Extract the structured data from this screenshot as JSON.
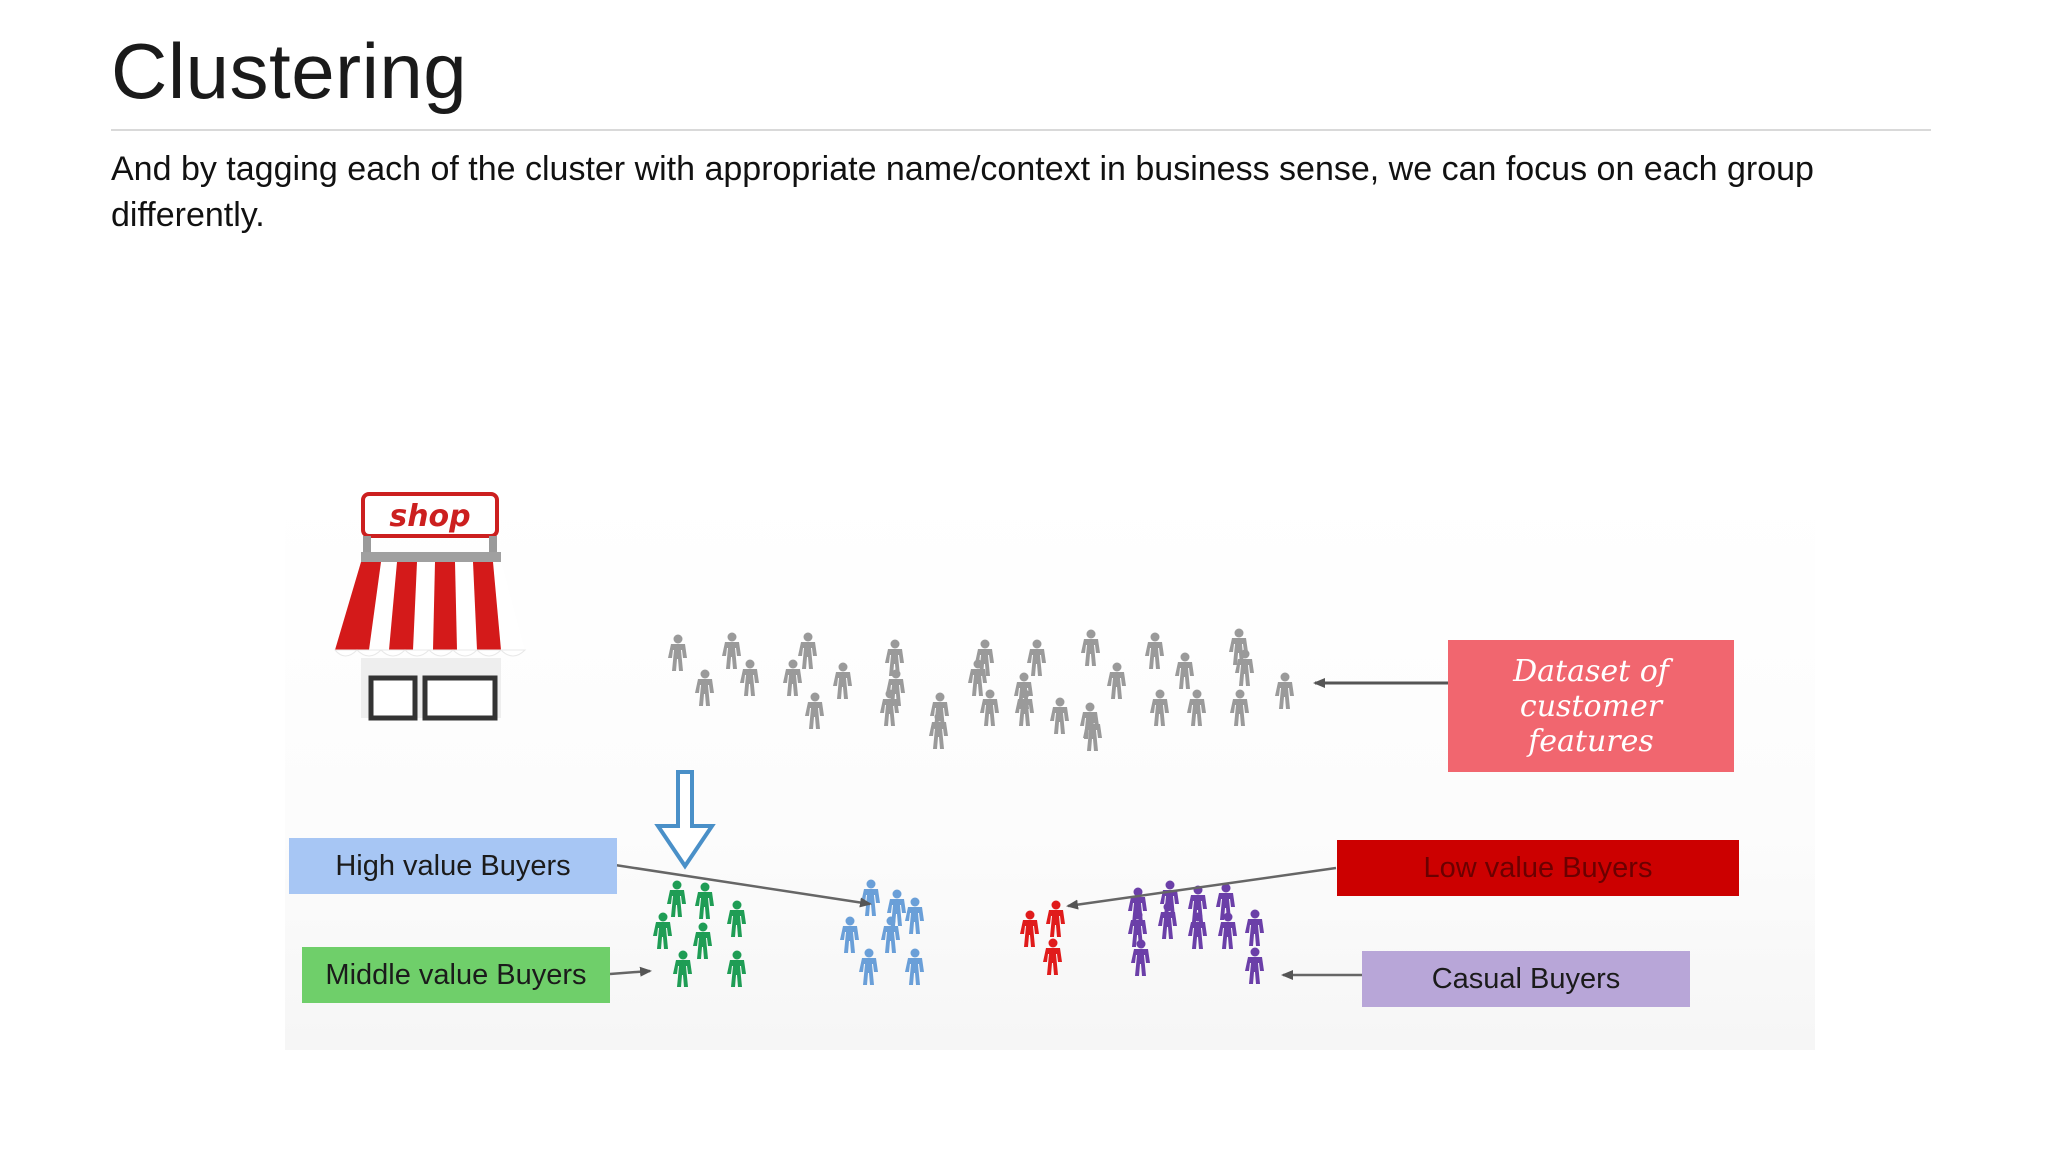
{
  "slide": {
    "title": "Clustering",
    "body": "And by tagging each of the cluster with appropriate name/context in business sense, we can focus on each group differently."
  },
  "figure": {
    "shop_sign": "shop",
    "dataset_label": "Dataset of customer features",
    "clusters": [
      {
        "label": "High value Buyers",
        "box_color": "#a7c6f4",
        "people_color": "#6a9fd8"
      },
      {
        "label": "Middle value Buyers",
        "box_color": "#6fcf6a",
        "people_color": "#1f9d55"
      },
      {
        "label": "Low value Buyers",
        "box_color": "#cc0000",
        "text_color": "#6b0000",
        "people_color": "#e01b1b"
      },
      {
        "label": "Casual Buyers",
        "box_color": "#b8a6d8",
        "people_color": "#6b3fa8"
      }
    ],
    "unclustered_color": "#9a9a9a",
    "arrow_color": "#4a90c8",
    "icons": [
      "shop-icon",
      "person-icon",
      "down-arrow-icon"
    ]
  }
}
